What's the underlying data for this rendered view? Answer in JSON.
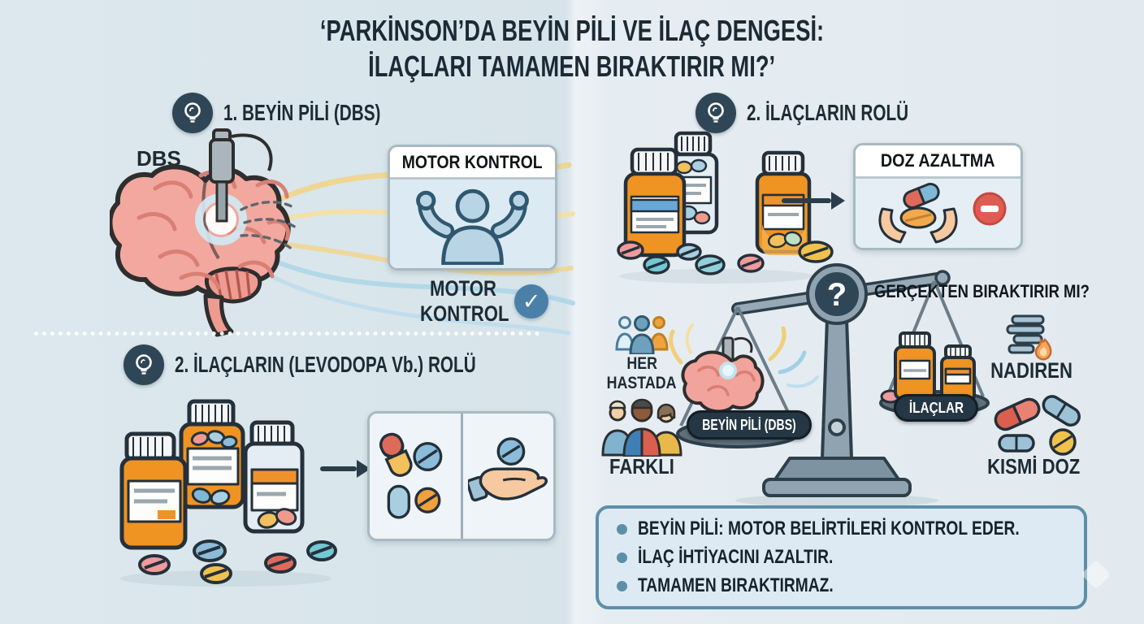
{
  "title": {
    "line1": "‘PARKİNSON’DA BEYİN PİLİ VE İLAÇ DENGESİ:",
    "line2": "İLAÇLARI TAMAMEN BIRAKTIRIR MI?’"
  },
  "left": {
    "section1_label": "1. BEYİN PİLİ (DBS)",
    "dbs_label": "DBS",
    "motor_card_title": "MOTOR KONTROL",
    "motor_caption_line1": "MOTOR",
    "motor_caption_line2": "KONTROL",
    "section2_label": "2. İLAÇLARIN (LEVODOPA Vb.) ROLÜ"
  },
  "right": {
    "section_label": "2. İLAÇLARIN ROLÜ",
    "dose_card_title": "DOZ AZALTMA",
    "question": "GERÇEKTEN BIRAKTIRIR MI?",
    "scale": {
      "question_mark": "?",
      "left_label": "BEYİN PİLİ (DBS)",
      "right_label": "İLAÇLAR"
    },
    "annotations": {
      "left_top_line1": "HER",
      "left_top_line2": "HASTADA",
      "left_bottom": "FARKLI",
      "right_top": "NADIREN",
      "right_bottom": "KISMİ DOZ"
    },
    "summary": {
      "bullets": [
        "BEYİN PİLİ: MOTOR BELİRTİLERİ KONTROL EDER.",
        "İLAÇ İHTİYACINI AZALTIR.",
        "TAMAMEN BIRAKTIRMAZ."
      ]
    }
  },
  "icons": {
    "lightbulb": "lightbulb-icon",
    "check": "✓",
    "minus": "−",
    "brain": "brain-with-dbs-electrode",
    "flex_figure": "flexing-strength-figure",
    "scale": "balance-scale",
    "pills": "pill-bottles-and-tablets",
    "hands": "hands-holding-pills",
    "people": "patient-group",
    "flame_list": "rare-list-flame",
    "sparkle": "sparkle-watermark"
  },
  "colors": {
    "bg_left": "#d7e4ea",
    "bg_right": "#e2eaef",
    "heading_text": "#1d2b35",
    "icon_circle": "#2f4656",
    "accent_blue": "#5d8fa9",
    "check_blue": "#4a80a8",
    "bottle_orange": "#ef9322",
    "minus_red": "#e05c52",
    "label_dark": "#253744",
    "brain_pink": "#f2a89f",
    "wave_yellow": "#f2d489",
    "wave_blue": "#aed6e8"
  }
}
